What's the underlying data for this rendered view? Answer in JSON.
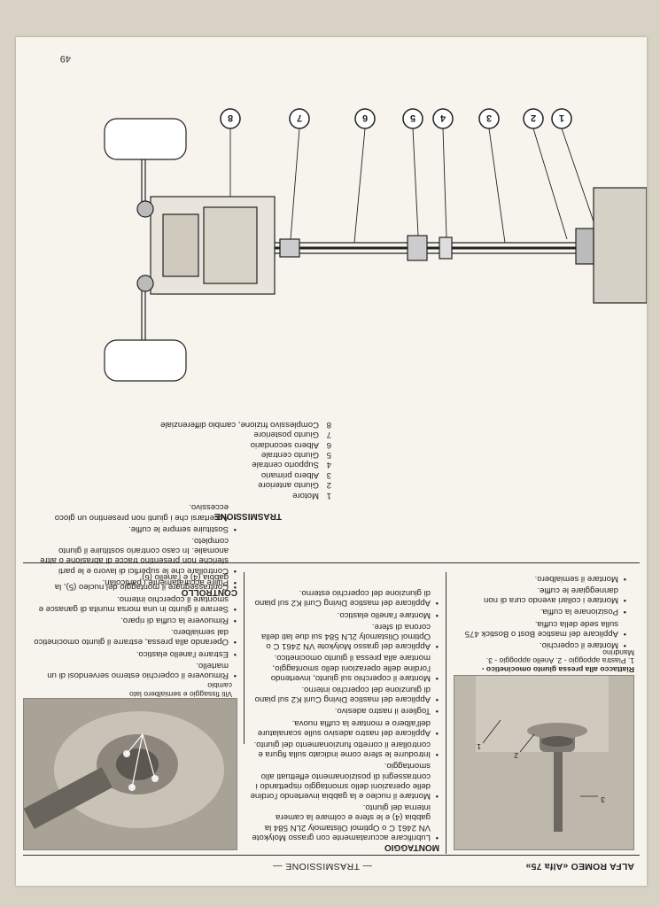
{
  "header": {
    "brand": "ALFA ROMEO «Alfa 75»",
    "section": "— TRASMISSIONE —"
  },
  "page_number": "49",
  "montaggio": {
    "heading": "MONTAGGIO",
    "items": [
      "Lubrificare accuratamente con grasso Molykote VN 2461 C o Optimol Olistamoly 2LN 584 la gabbia (4) e le sfere e colmare la camera interna del giunto.",
      "Montare il nucleo e la gabbia invertendo l'ordine delle operazioni dello smontaggio rispettando i contrassegni di posizionamento effettuati allo smontaggio.",
      "Introdurre le sfere come indicato sulla figura e controllare il corretto funzionamento del giunto.",
      "Applicare del nastro adesivo sulle scanalature dell'albero e montare la cuffia nuova.",
      "Togliere il nastro adesivo.",
      "Applicare del mastice Diving Curil K2 sul piano di giunzione del coperchio interno.",
      "Montare il coperchio sul giunto, invertendo l'ordine delle operazioni dello smontaggio, montare alla pressa il giunto omocinetico.",
      "Applicare del grasso Molykote VN 2461 C o Optimol Olistamoly 2LN 584 sui due lati della corona di sfere.",
      "Montare l'anello elastico.",
      "Applicare del mastice Diving Curil K2 sul piano di giunzione del coperchio esterno.",
      "Montare il coperchio.",
      "Applicare del mastice Bost o Bostick 475 sulla sede della cuffia.",
      "Posizionare la cuffia.",
      "Montare i collari avendo cura di non danneggiare le cuffie.",
      "Montare il semialbero."
    ]
  },
  "photo_tool": {
    "caption_title": "Riattacco alla pressa giunto omocinetico -",
    "caption_body": "1. Piastra appoggio - 2. Anello appoggio - 3. Mandrino",
    "callouts": [
      "1",
      "2",
      "3"
    ]
  },
  "photo_joint": {
    "caption": "Viti fissaggio e semialbero lato cambio"
  },
  "controllo": {
    "heading": "CONTROLLO",
    "intro_items": [
      "Rimuovere il coperchio esterno servendosi di un martello.",
      "Estrarre l'anello elastico.",
      "Operando alla pressa, estrarre il giunto omocinetico dal semialbero.",
      "Rimuovere la cuffia di riparo.",
      "Serrare il giunto in una morsa munita di ganasce e smontare il coperchio interno.",
      "Contrassegnare il montaggio del nucleo (5), la gabbia (4) e l'anello (6)"
    ],
    "items": [
      "Pulire accuratamente i particolari.",
      "Controllare che le superfici di lavoro e le parti sferiche non presentino tracce di abrasione o altre anomalie. In caso contrario sostituire il giunto completo.",
      "Sostituire sempre le cuffie.",
      "Accertarsi che i giunti non presentino un gioco eccessivo."
    ]
  },
  "trasmissione": {
    "heading": "TRASMISSIONE",
    "legend": [
      {
        "n": "1",
        "label": "Motore"
      },
      {
        "n": "2",
        "label": "Giunto anteriore"
      },
      {
        "n": "3",
        "label": "Albero primario"
      },
      {
        "n": "4",
        "label": "Supporto centrale"
      },
      {
        "n": "5",
        "label": "Giunto centrale"
      },
      {
        "n": "6",
        "label": "Albero secondario"
      },
      {
        "n": "7",
        "label": "Giunto posteriore"
      },
      {
        "n": "8",
        "label": "Complessivo frizione, cambio differenziale"
      }
    ],
    "callouts": [
      "1",
      "2",
      "3",
      "4",
      "5",
      "6",
      "7",
      "8"
    ]
  }
}
